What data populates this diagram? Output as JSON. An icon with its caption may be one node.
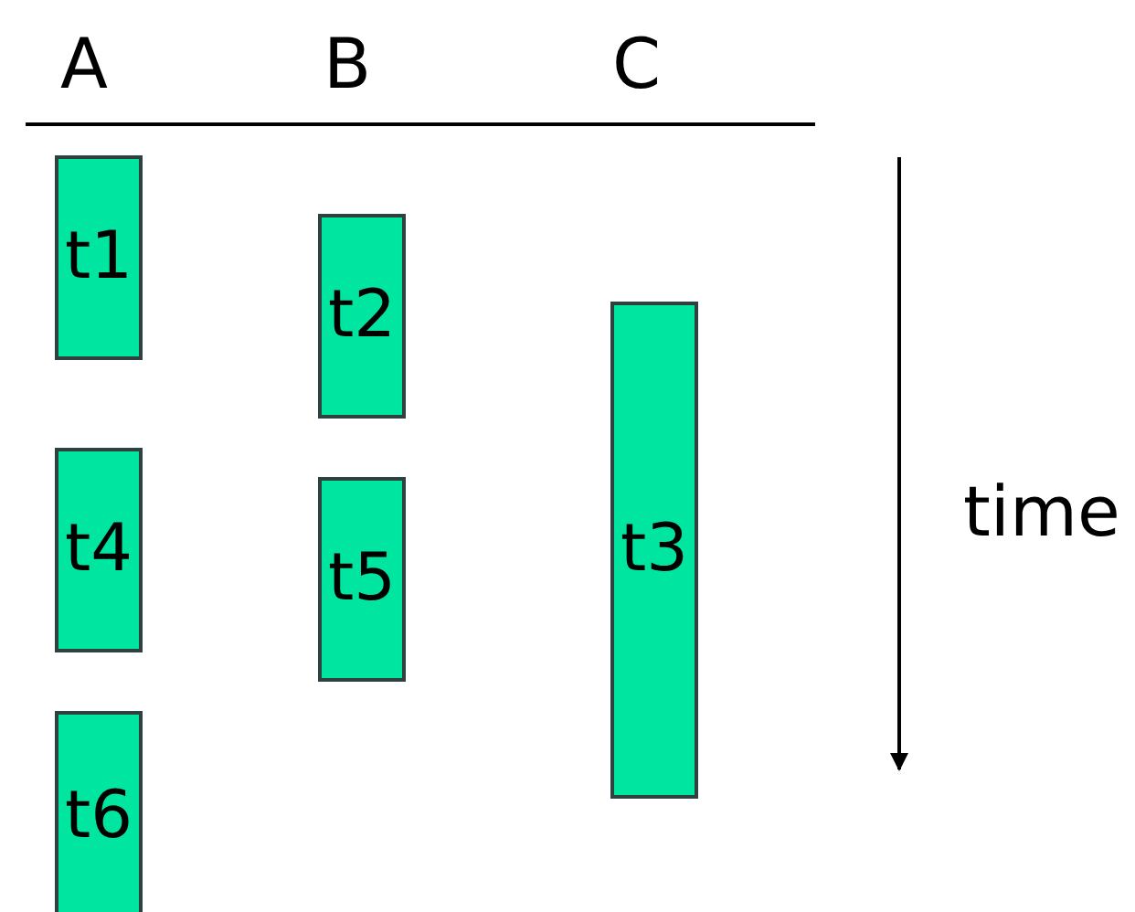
{
  "diagram": {
    "nodes": [
      {
        "text": [
          "t1"
        ]
      },
      {
        "text": [
          "t2"
        ]
      },
      {
        "text": [
          "t3"
        ]
      },
      {
        "text": [
          "t4"
        ]
      },
      {
        "text": [
          "t5"
        ]
      },
      {
        "text": [
          "t6"
        ]
      }
    ],
    "labels": [
      "A",
      "B",
      "C",
      "time"
    ]
  }
}
